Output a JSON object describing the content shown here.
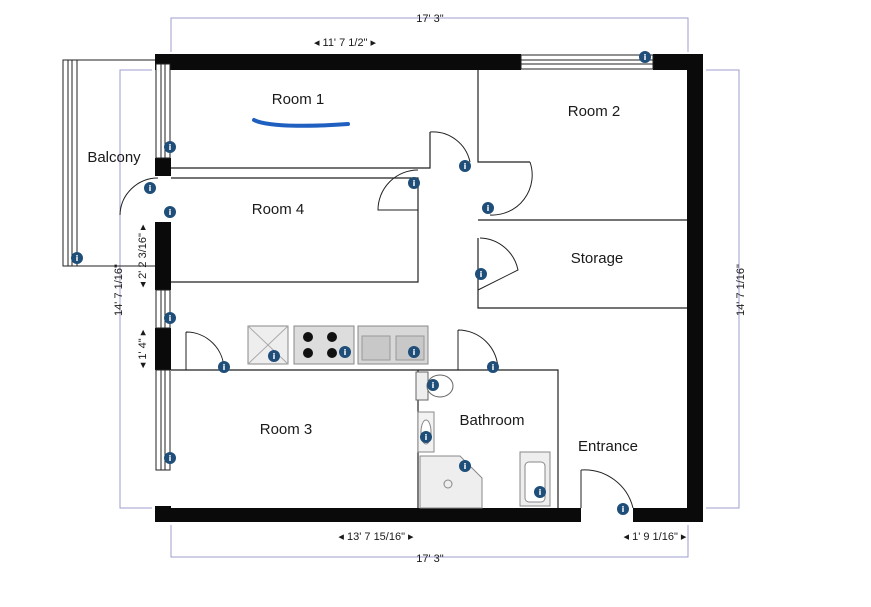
{
  "rooms": {
    "room1": "Room 1",
    "room2": "Room 2",
    "room3": "Room 3",
    "room4": "Room 4",
    "storage": "Storage",
    "balcony": "Balcony",
    "bathroom": "Bathroom",
    "entrance": "Entrance"
  },
  "dimensions": {
    "top_total": "17' 3\"",
    "top_inner": "◂ 11' 7 1/2\" ▸",
    "bottom_total": "17' 3\"",
    "bottom_inner": "◂ 13' 7 15/16\" ▸",
    "bottom_right": "◂ 1' 9 1/16\" ▸",
    "right_side": "14' 7 1/16\"",
    "left_side": "14' 7 1/16\"",
    "left_window_upper": "◂ 2' 2 3/16\" ▸",
    "left_window_lower": "◂ 1' 4\" ▸"
  },
  "icons": {
    "info": "i",
    "info_icon_name": "info-marker-icon",
    "info_color": "#1f4e79",
    "dimension_color": "#9c9ccf",
    "annotation_color": "#1f5fbf"
  }
}
